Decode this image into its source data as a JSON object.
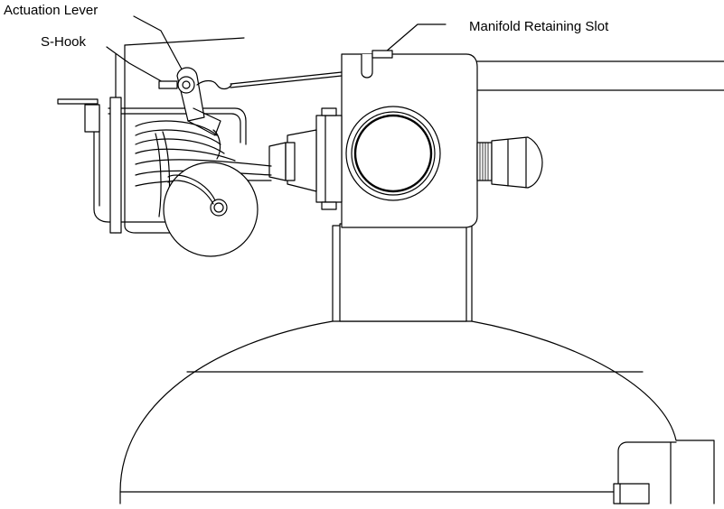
{
  "labels": {
    "actuation_lever": "Actuation Lever",
    "s_hook": "S-Hook",
    "manifold_retaining_slot": "Manifold Retaining Slot"
  },
  "colors": {
    "line": "#000000",
    "background": "#ffffff"
  }
}
